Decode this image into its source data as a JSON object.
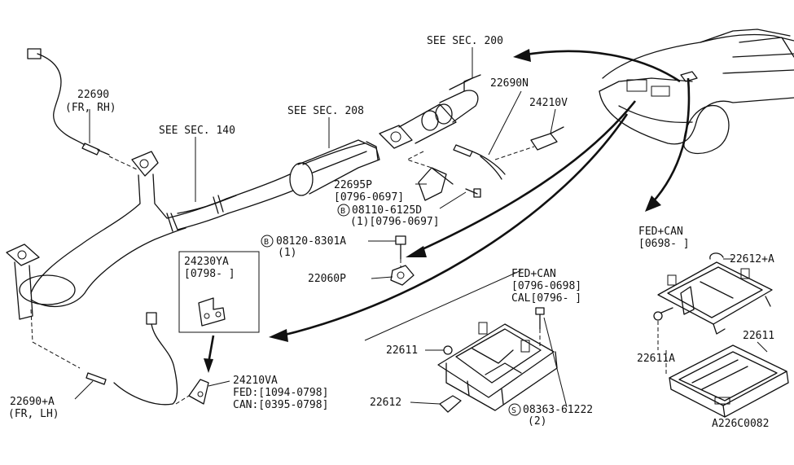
{
  "diagram_title": "",
  "labels": {
    "see_sec_200": "SEE SEC. 200",
    "see_sec_208": "SEE SEC. 208",
    "see_sec_140": "SEE SEC. 140",
    "p22690": "22690",
    "p22690_loc": "(FR, RH)",
    "p22690n": "22690N",
    "p24210v": "24210V",
    "p22695p": "22695P",
    "p22695p_date": "[0796-0697]",
    "b08110": "08110-6125D",
    "b08110_qty": "(1)[0796-0697]",
    "b08120": "08120-8301A",
    "b08120_qty": "(1)",
    "p22060p": "22060P",
    "p24230ya": "24230YA",
    "p24230ya_date": "[0798-  ]",
    "p24210va": "24210VA",
    "p24210va_fed": "FED:[1094-0798]",
    "p24210va_can": "CAN:[0395-0798]",
    "p22690a": "22690+A",
    "p22690a_loc": "(FR, LH)",
    "fedcan_mid": "FED+CAN",
    "fedcan_mid_date": "[0796-0698]",
    "cal_mid": "CAL[0796-  ]",
    "p22611_mid": "22611",
    "p22612_mid": "22612",
    "s08363": "08363-61222",
    "s08363_qty": "(2)",
    "fedcan_right": "FED+CAN",
    "fedcan_right_date": "[0698-    ]",
    "p22612a": "22612+A",
    "p22611_right": "22611",
    "p22611a": "22611A",
    "ref_code": "A226C0082"
  },
  "symbols": {
    "b": "B",
    "s": "S"
  }
}
